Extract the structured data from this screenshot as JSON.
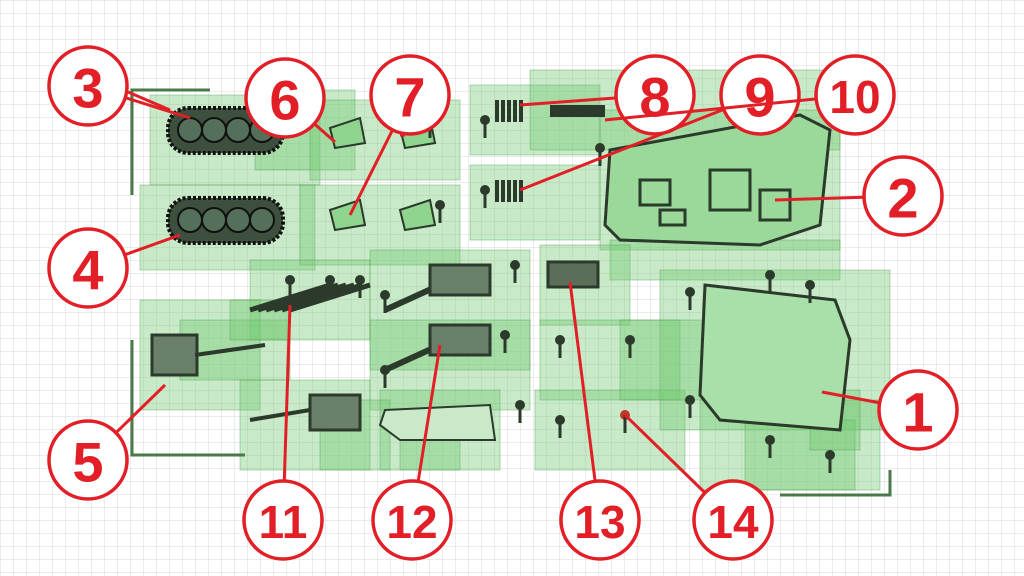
{
  "callouts": {
    "c1": "1",
    "c2": "2",
    "c3": "3",
    "c4": "4",
    "c5": "5",
    "c6": "6",
    "c7": "7",
    "c8": "8",
    "c9": "9",
    "c10": "10",
    "c11": "11",
    "c12": "12",
    "c13": "13",
    "c14": "14"
  },
  "colors": {
    "callout": "#e21f26",
    "highlight": "#7cd07c",
    "part": "#2b3a2b",
    "grid": "#d6d6d6"
  }
}
